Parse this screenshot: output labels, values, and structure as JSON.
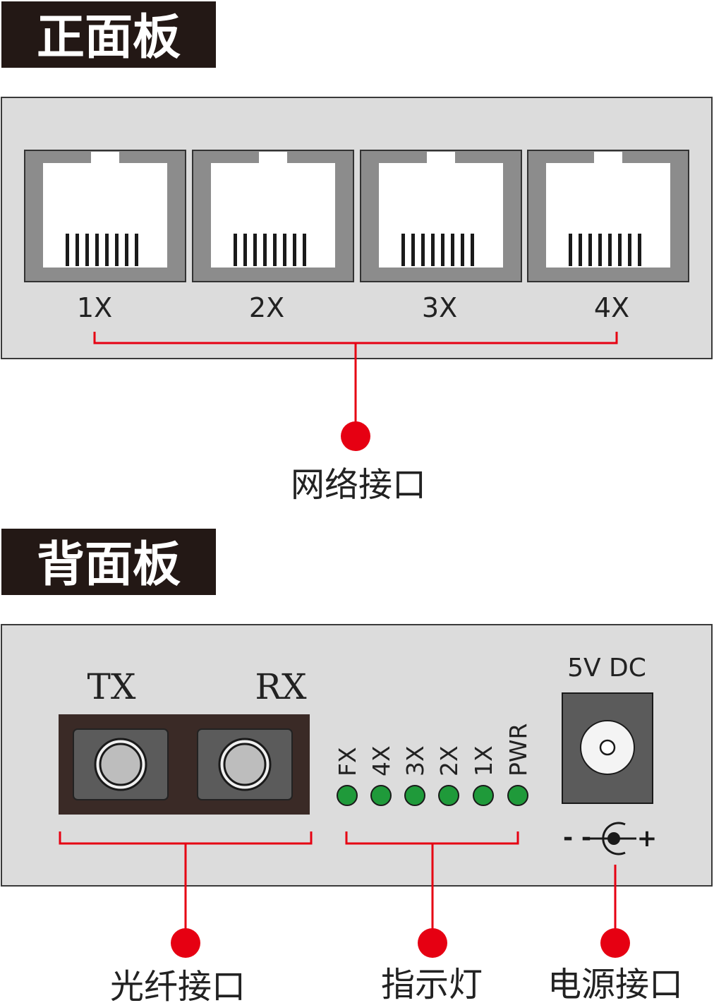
{
  "front": {
    "header": "正面板",
    "ports": [
      "1X",
      "2X",
      "3X",
      "4X"
    ],
    "callout": "网络接口"
  },
  "back": {
    "header": "背面板",
    "fiber_labels": [
      "TX",
      "RX"
    ],
    "leds": [
      "FX",
      "4X",
      "3X",
      "2X",
      "1X",
      "PWR"
    ],
    "power_label": "5V DC",
    "polarity": {
      "minus": "- -",
      "plus": "+"
    },
    "callouts": [
      "光纤接口",
      "指示灯",
      "电源接口"
    ]
  },
  "colors": {
    "header_bg": "#231815",
    "panel_bg": "#dcdcdc",
    "port_gray": "#8c8c8c",
    "callout_red": "#e60012",
    "led_green": "#1f9a3a",
    "fiber_body": "#3a2a26"
  }
}
